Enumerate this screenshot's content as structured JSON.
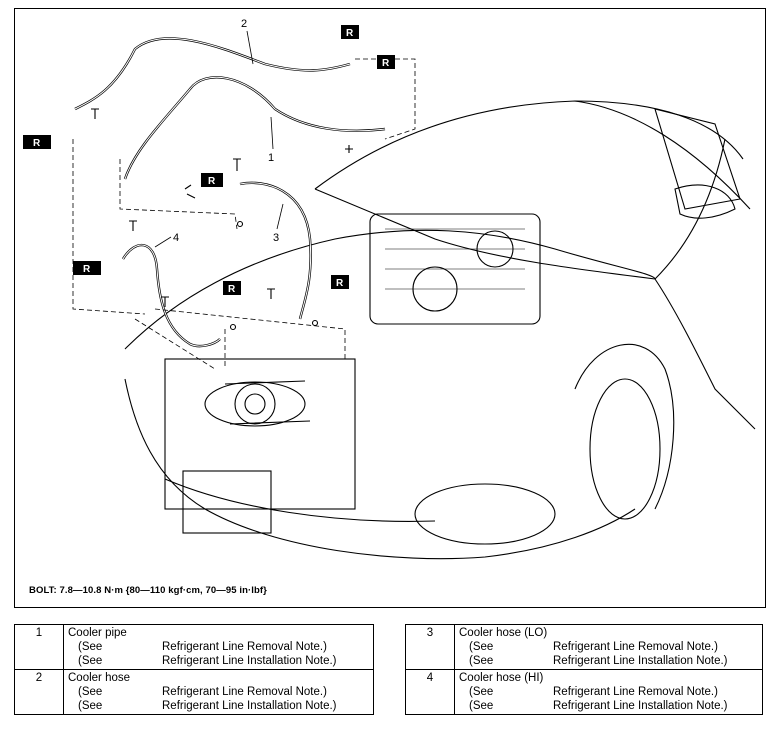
{
  "diagram": {
    "callouts": [
      "1",
      "2",
      "3",
      "4"
    ],
    "marker_label": "R",
    "torque_note": "BOLT: 7.8—10.8 N·m {80—110 kgf·cm, 70—95 in·lbf}"
  },
  "legend": [
    {
      "num": "1",
      "title": "Cooler pipe",
      "see1": "(See",
      "note1": "Refrigerant Line Removal Note.)",
      "see2": "(See",
      "note2": "Refrigerant Line Installation Note.)"
    },
    {
      "num": "2",
      "title": "Cooler hose",
      "see1": "(See",
      "note1": "Refrigerant Line Removal Note.)",
      "see2": "(See",
      "note2": "Refrigerant Line Installation Note.)"
    },
    {
      "num": "3",
      "title": "Cooler hose (LO)",
      "see1": "(See",
      "note1": "Refrigerant Line Removal Note.)",
      "see2": "(See",
      "note2": "Refrigerant Line Installation Note.)"
    },
    {
      "num": "4",
      "title": "Cooler hose (HI)",
      "see1": "(See",
      "note1": "Refrigerant Line Removal Note.)",
      "see2": "(See",
      "note2": "Refrigerant Line Installation Note.)"
    }
  ],
  "colors": {
    "line": "#000000",
    "background": "#ffffff"
  }
}
